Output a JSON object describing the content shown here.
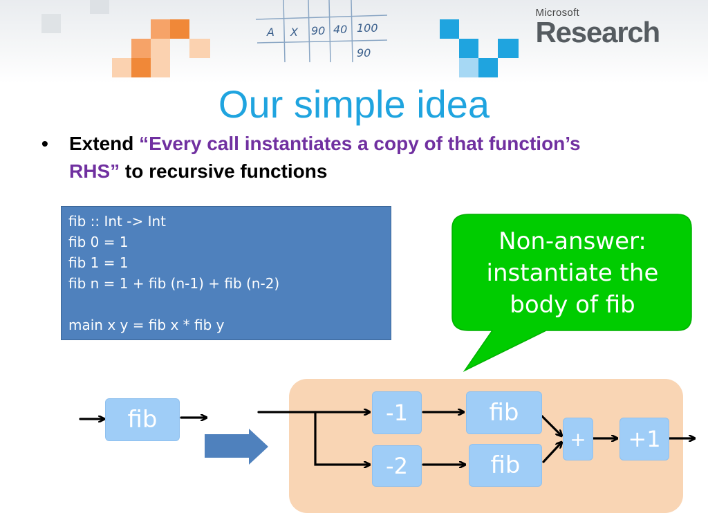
{
  "banner": {
    "handwriting": [
      "A",
      "X",
      "90",
      "40",
      "100",
      "90"
    ],
    "logo_small": "Microsoft",
    "logo_big": "Research"
  },
  "slide": {
    "title": "Our simple idea",
    "bullet_marker": "•",
    "bullet_extend": "Extend ",
    "bullet_quote": "“Every call instantiates a copy of that function’s RHS”",
    "bullet_rest": " to recursive functions"
  },
  "code": {
    "lines": [
      "fib :: Int -> Int",
      "fib 0 = 1",
      "fib 1 = 1",
      "fib n = 1 + fib (n-1) + fib (n-2)",
      "",
      "main x y = fib x * fib y"
    ]
  },
  "callout": {
    "lines": [
      "Non-answer:",
      "instantiate the",
      "body of fib"
    ]
  },
  "diagram": {
    "fib_single": "fib",
    "minus1": "-1",
    "minus2": "-2",
    "fib_top": "fib",
    "fib_bottom": "fib",
    "plus": "+",
    "plus1": "+1"
  },
  "colors": {
    "title": "#1fa4df",
    "accent_purple": "#7030a0",
    "code_bg": "#4f81bd",
    "callout_green": "#00cc00",
    "node_blue": "#9fcdf7",
    "panel_peach": "#f9d5b4",
    "arrow_blue": "#4f81bd"
  }
}
